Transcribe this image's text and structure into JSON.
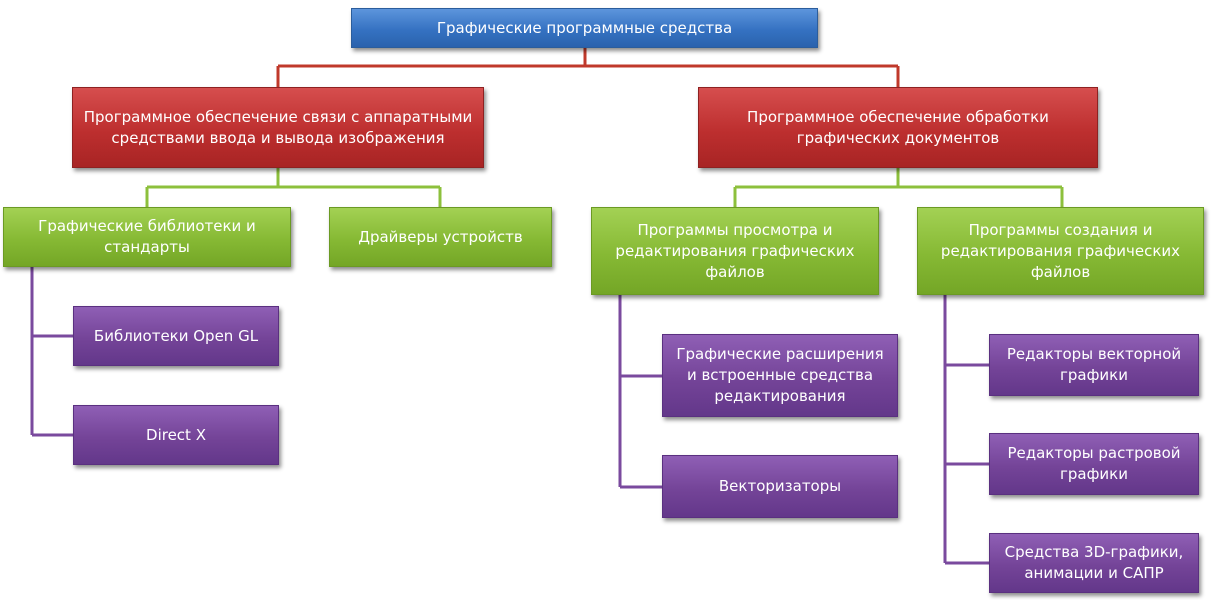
{
  "colors": {
    "root": "#3a76c6",
    "level1": "#c23333",
    "level2": "#8dc03c",
    "level3": "#7a4a9e",
    "root_links": "#c0392b",
    "level1_links": "#8dc03c",
    "level2_links": "#7a4a9e"
  },
  "root": {
    "label": "Графические программные средства"
  },
  "branches": [
    {
      "label": "Программное обеспечение связи с аппаратными средствами ввода и вывода изображения",
      "children": [
        {
          "label": "Графические библиотеки и стандарты",
          "children": [
            {
              "label": "Библиотеки Open GL"
            },
            {
              "label": "Direct X"
            }
          ]
        },
        {
          "label": "Драйверы устройств",
          "children": []
        }
      ]
    },
    {
      "label": "Программное обеспечение обработки графических документов",
      "children": [
        {
          "label": "Программы просмотра и редактирования графических файлов",
          "children": [
            {
              "label": "Графические расширения и встроенные средства редактирования"
            },
            {
              "label": "Векторизаторы"
            }
          ]
        },
        {
          "label": "Программы создания и редактирования графических файлов",
          "children": [
            {
              "label": "Редакторы векторной графики"
            },
            {
              "label": "Редакторы растровой графики"
            },
            {
              "label": "Средства 3D-графики, анимации и САПР"
            }
          ]
        }
      ]
    }
  ]
}
